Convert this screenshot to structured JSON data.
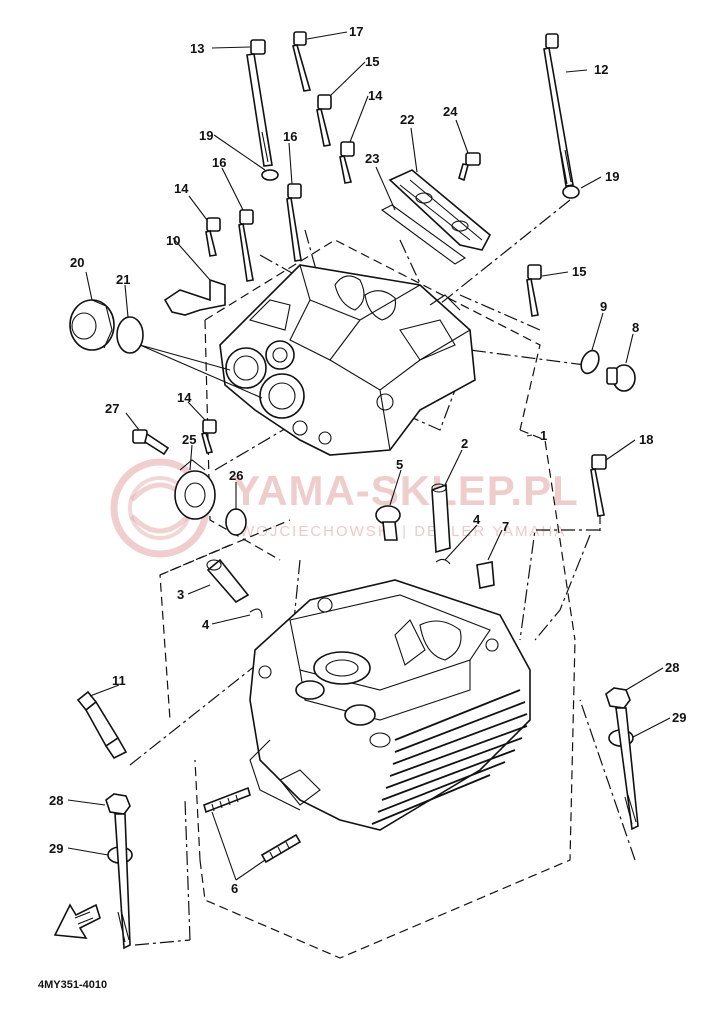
{
  "watermark": {
    "brand": "YAMA-SKLEP.PL",
    "subtitle": "WOJCIECHOWSKI | DEALER YAMAHA"
  },
  "diagram_code": "4MY351-4010",
  "callouts": [
    "1",
    "2",
    "3",
    "4",
    "4",
    "5",
    "6",
    "7",
    "8",
    "9",
    "10",
    "11",
    "12",
    "13",
    "14",
    "14",
    "14",
    "15",
    "15",
    "16",
    "16",
    "17",
    "18",
    "19",
    "19",
    "20",
    "21",
    "22",
    "23",
    "24",
    "25",
    "26",
    "27",
    "28",
    "28",
    "29",
    "29"
  ],
  "icons": {
    "front_arrow": "front-direction-arrow-icon",
    "watermark_logo": "yamaha-tuning-fork-logo",
    "spark_plug": "spark-plug-icon"
  },
  "colors": {
    "line": "#111111",
    "watermark": "#e4a6a6"
  }
}
